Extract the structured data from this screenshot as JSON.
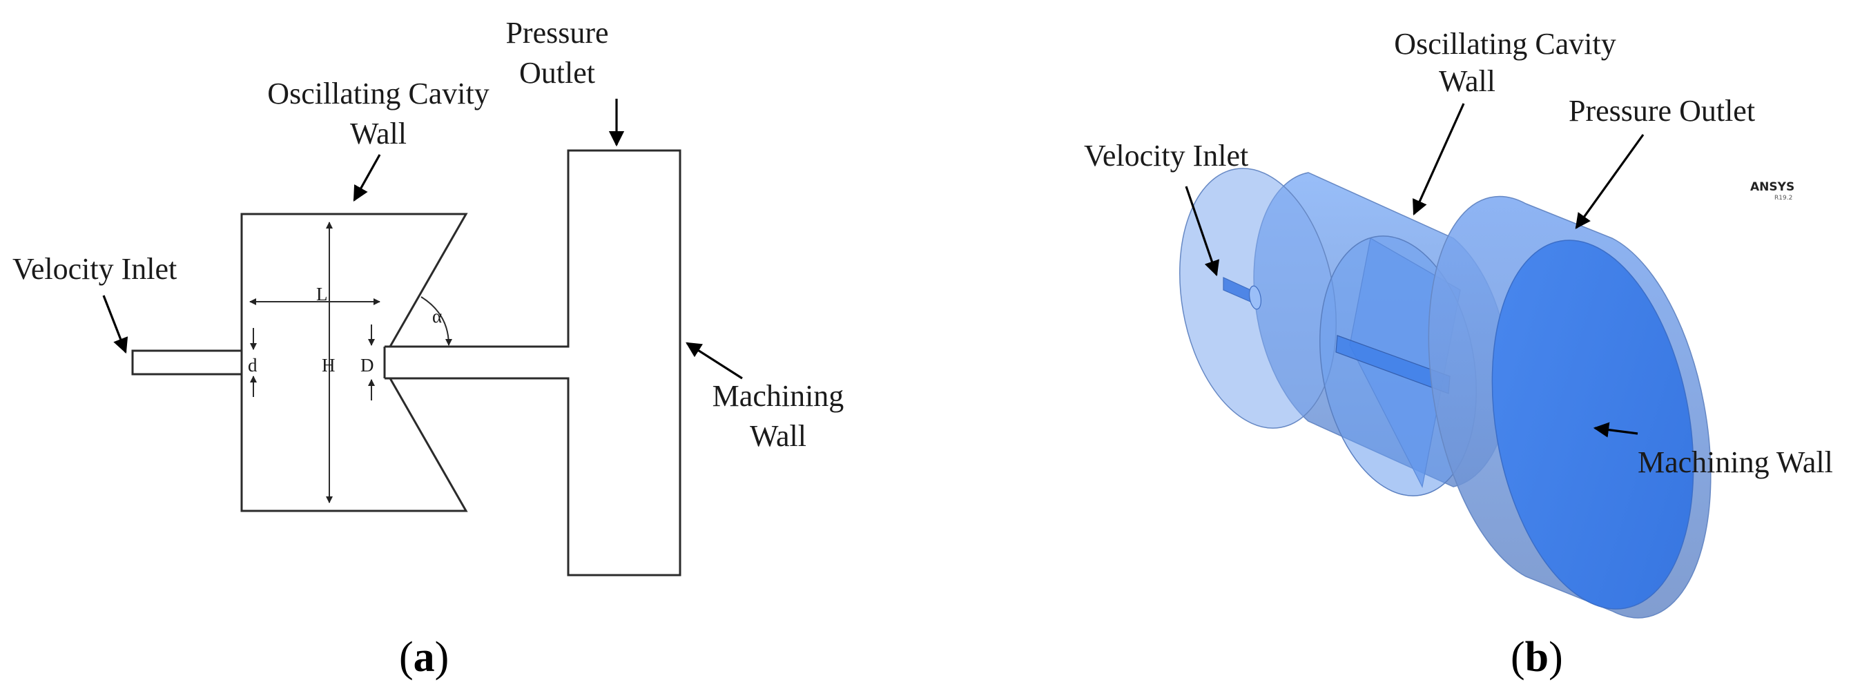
{
  "panel_a": {
    "labels": {
      "pressure_outlet_1": "Pressure",
      "pressure_outlet_2": "Outlet",
      "cavity_wall_1": "Oscillating Cavity",
      "cavity_wall_2": "Wall",
      "velocity_inlet": "Velocity Inlet",
      "machining_wall_1": "Machining",
      "machining_wall_2": "Wall"
    },
    "dims": {
      "L": "L",
      "H": "H",
      "d": "d",
      "D": "D",
      "alpha": "α"
    },
    "caption": {
      "open": "(",
      "letter": "a",
      "close": ")"
    }
  },
  "panel_b": {
    "labels": {
      "cavity_wall_1": "Oscillating Cavity",
      "cavity_wall_2": "Wall",
      "pressure_outlet": "Pressure Outlet",
      "velocity_inlet": "Velocity Inlet",
      "machining_wall": "Machining Wall"
    },
    "logo": {
      "name": "ANSYS",
      "version": "R19.2"
    },
    "caption": {
      "open": "(",
      "letter": "b",
      "close": ")"
    },
    "colors": {
      "cylinder_light": "#82aef5",
      "cylinder_mid": "#6f9ae0",
      "face_dark": "#3d7ee8",
      "edge": "#5a7fc0"
    }
  }
}
